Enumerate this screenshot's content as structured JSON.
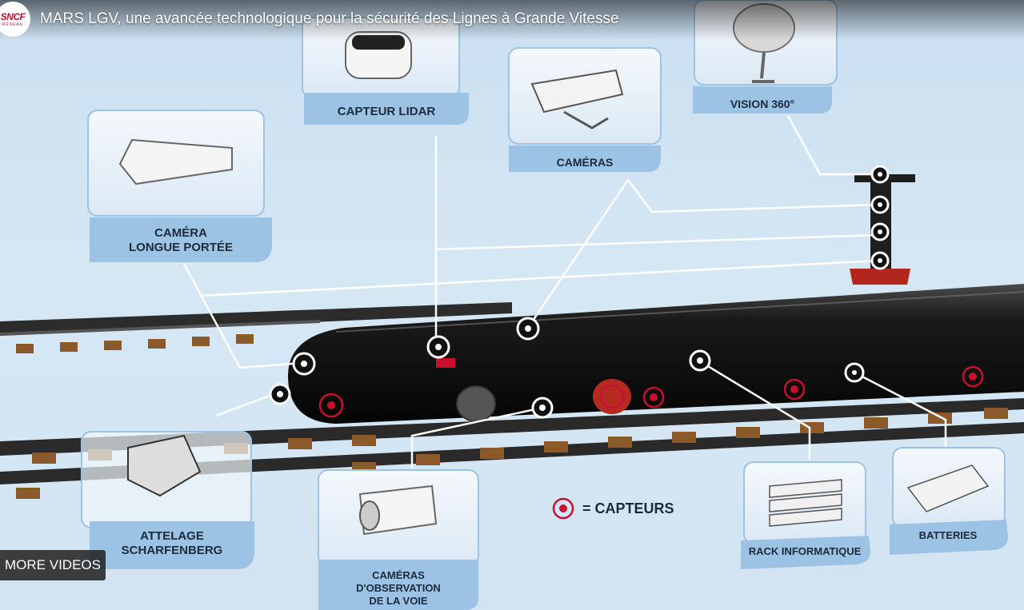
{
  "player": {
    "logo_text": "SNCF",
    "logo_subtext": "RÉSEAU",
    "title": "MARS LGV, une avancée technologique pour la sécurité des Lignes à Grande Vitesse",
    "more_videos_label": "MORE VIDEOS"
  },
  "callouts": {
    "lidar": "CAPTEUR LIDAR",
    "cameras": "CAMÉRAS",
    "vision": "VISION 360°",
    "long_range_line1": "CAMÉRA",
    "long_range_line2": "LONGUE PORTÉE",
    "coupling_line1": "ATTELAGE",
    "coupling_line2": "SCHARFENBERG",
    "track_cam_line1": "CAMÉRAS",
    "track_cam_line2": "D'OBSERVATION",
    "track_cam_line3": "DE LA VOIE",
    "rack": "RACK INFORMATIQUE",
    "batteries": "BATTERIES"
  },
  "legend": {
    "label": "= CAPTEURS",
    "sensor_color": "#c8102e"
  },
  "colors": {
    "background": "#d2e4f2",
    "panel_fill": "#e8f1f9",
    "label_band": "#9cc3e3",
    "train_body": "#141414",
    "mast_base": "#b3261e",
    "text": "#1c2a3d"
  }
}
